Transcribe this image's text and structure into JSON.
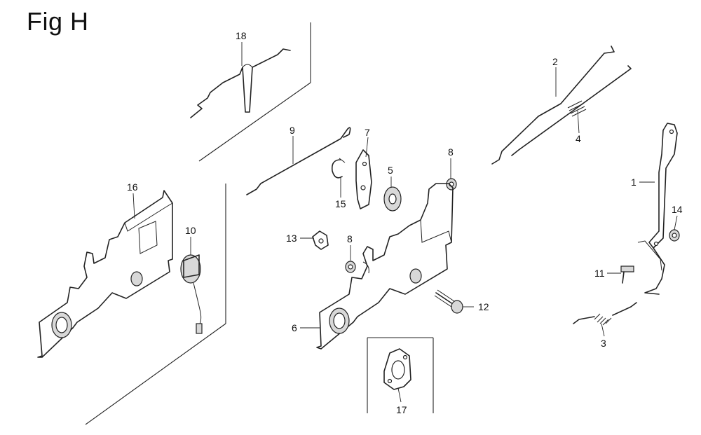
{
  "figure": {
    "title": "Fig H"
  },
  "callouts": [
    {
      "id": "c1",
      "label": "1"
    },
    {
      "id": "c2",
      "label": "2"
    },
    {
      "id": "c3",
      "label": "3"
    },
    {
      "id": "c4",
      "label": "4"
    },
    {
      "id": "c5",
      "label": "5"
    },
    {
      "id": "c6",
      "label": "6"
    },
    {
      "id": "c7",
      "label": "7"
    },
    {
      "id": "c8a",
      "label": "8"
    },
    {
      "id": "c8b",
      "label": "8"
    },
    {
      "id": "c9",
      "label": "9"
    },
    {
      "id": "c10",
      "label": "10"
    },
    {
      "id": "c11",
      "label": "11"
    },
    {
      "id": "c12",
      "label": "12"
    },
    {
      "id": "c13",
      "label": "13"
    },
    {
      "id": "c14",
      "label": "14"
    },
    {
      "id": "c15",
      "label": "15"
    },
    {
      "id": "c16",
      "label": "16"
    },
    {
      "id": "c17",
      "label": "17"
    },
    {
      "id": "c18",
      "label": "18"
    }
  ]
}
